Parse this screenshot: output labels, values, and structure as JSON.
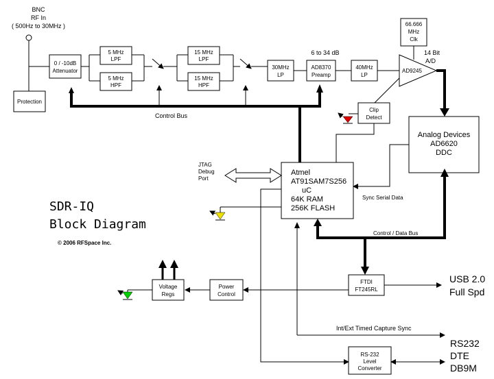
{
  "input": {
    "line1": "BNC",
    "line2": "RF In",
    "line3": "( 500Hz to 30MHz )"
  },
  "blocks": {
    "protection": "Protection",
    "attenuator": [
      "0 / -10dB",
      "Attenuator"
    ],
    "lpf5": [
      "5 MHz",
      "LPF"
    ],
    "hpf5": [
      "5 MHz",
      "HPF"
    ],
    "lpf15": [
      "15 MHz",
      "LPF"
    ],
    "hpf15": [
      "15 MHz",
      "HPF"
    ],
    "lp30": [
      "30MHz",
      "LP"
    ],
    "preamp": [
      "AD8370",
      "Preamp"
    ],
    "lp40": [
      "40MHz",
      "LP"
    ],
    "adc": "AD9245",
    "clock": [
      "66.666",
      "MHz",
      "Clk"
    ],
    "clip": [
      "Clip",
      "Detect"
    ],
    "ddc": [
      "Analog Devices",
      "AD6620",
      "DDC"
    ],
    "mcu": [
      "Atmel",
      "AT91SAM7S256",
      "uC",
      "64K RAM",
      "256K FLASH"
    ],
    "ftdi": [
      "FTDI",
      "FT245RL"
    ],
    "power": [
      "Power",
      "Control"
    ],
    "regs": [
      "Voltage",
      "Regs"
    ],
    "rs232": [
      "RS-232",
      "Level",
      "Converter"
    ]
  },
  "labels": {
    "gain": "6 to 34 dB",
    "adc_bits": [
      "14 Bit",
      "A/D"
    ],
    "control_bus": "Control Bus",
    "jtag": [
      "JTAG",
      "Debug",
      "Port"
    ],
    "sync_serial": "Sync Serial Data",
    "control_data_bus": "Control / Data Bus",
    "usb": [
      "USB 2.0",
      "Full Spd"
    ],
    "capture_sync": "Int/Ext Timed Capture Sync",
    "rs232_out": [
      "RS232",
      "DTE",
      "DB9M"
    ],
    "title": [
      "SDR-IQ",
      "Block Diagram"
    ],
    "copyright": "© 2006 RFSpace Inc."
  },
  "colors": {
    "clip_led": "#e00000",
    "mcu_led": "#f0e000",
    "power_led": "#00d000"
  }
}
